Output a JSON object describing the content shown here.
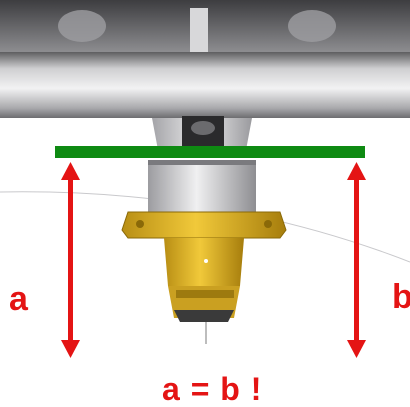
{
  "annotations": {
    "label_a": "a",
    "label_b": "b",
    "equation": "a = b !"
  },
  "colors": {
    "reference_line": "#0e8a12",
    "arrows": "#e41414",
    "labels": "#e41414",
    "component_body": "#e3b21e"
  },
  "icons": {
    "reference_line": "green-bar",
    "arrow_a": "double-headed-vertical-arrow",
    "arrow_b": "double-headed-vertical-arrow"
  }
}
